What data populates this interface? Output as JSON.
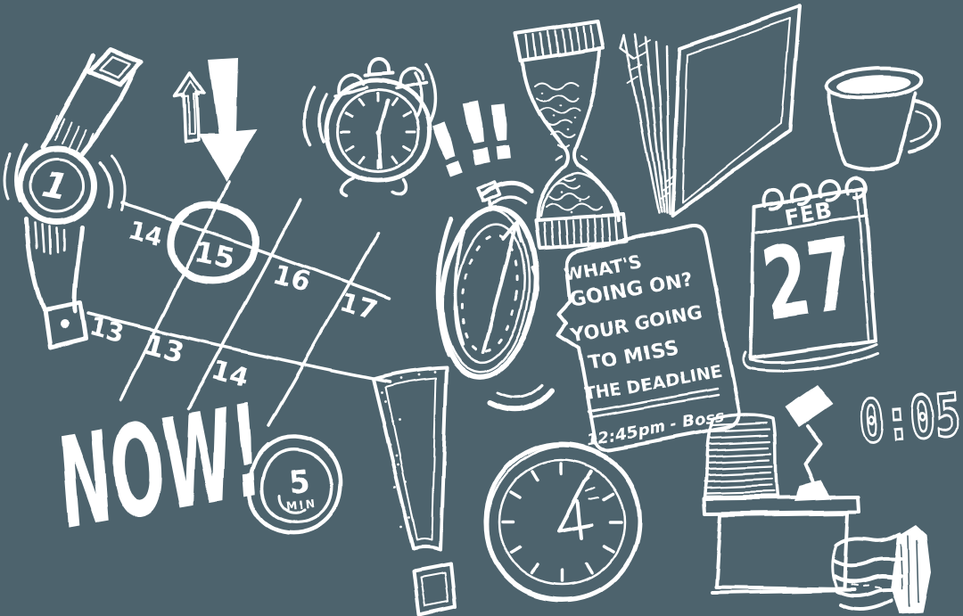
{
  "canvas": {
    "background_color": "#4d636d",
    "ink_color": "#ffffff"
  },
  "texts": {
    "watch_numeral": "1",
    "exclamations": [
      "!",
      "!",
      "!"
    ],
    "big_exclamation": "!",
    "calendar_dates": {
      "d14a": "14",
      "d15": "15",
      "d16": "16",
      "d17": "17",
      "d13a": "13",
      "d13b": "13",
      "d14b": "14",
      "circled_date": "15"
    },
    "boss_note": {
      "line1": "WHAT'S",
      "line2": "GOING ON?",
      "line3": "YOUR GOING",
      "line4": "TO MISS",
      "line5": "THE DEADLINE",
      "signature": "12:45pm - Boss"
    },
    "desk_calendar": {
      "month": "FEB",
      "day": "27"
    },
    "digital_clock": "0:05",
    "now": "NOW!",
    "five_min": {
      "value": "5",
      "unit": "MIN"
    }
  }
}
